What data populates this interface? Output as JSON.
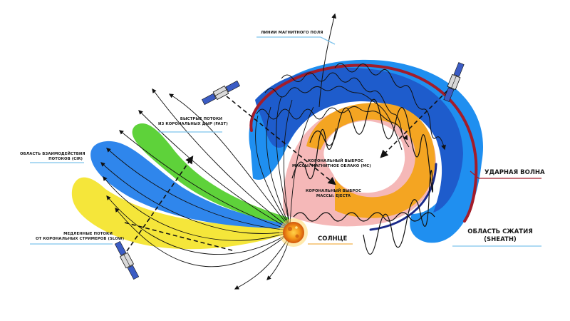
{
  "labels": {
    "magnetic_lines": "Линии магнитного поля",
    "fast_line1": "Быстрые потоки",
    "fast_line2": "из корональных дыр (FAST)",
    "cir_line1": "Область взаимодействия",
    "cir_line2": "потоков (CIR)",
    "mc_line1": "Корональный выброс",
    "mc_line2": "массы: магнитное облако (MC)",
    "ejecta_line1": "Корональный выброс",
    "ejecta_line2": "массы: Ejecta",
    "slow_line1": "Медленные потоки",
    "slow_line2": "от корональных стримеров (SLOW)",
    "sun": "Солнце",
    "shock": "Ударная волна",
    "sheath_line1": "Область сжатия",
    "sheath_line2": "(SHEATH)"
  },
  "colors": {
    "slow_stream": "#f5e63a",
    "cir_region": "#2f86ec",
    "fast_stream": "#5ed23a",
    "sheath_outer": "#1f8ff0",
    "sheath_inner": "#1e5ccc",
    "ejecta": "#f5b8b8",
    "magnetic_cloud": "#f4a522",
    "shock_front": "#a31c2a",
    "cloud_boundary": "#1a2a8a",
    "sun_core": "#f59a1a",
    "leader_line_blue": "#7ec3ec",
    "leader_line_orange": "#f2b04a"
  }
}
